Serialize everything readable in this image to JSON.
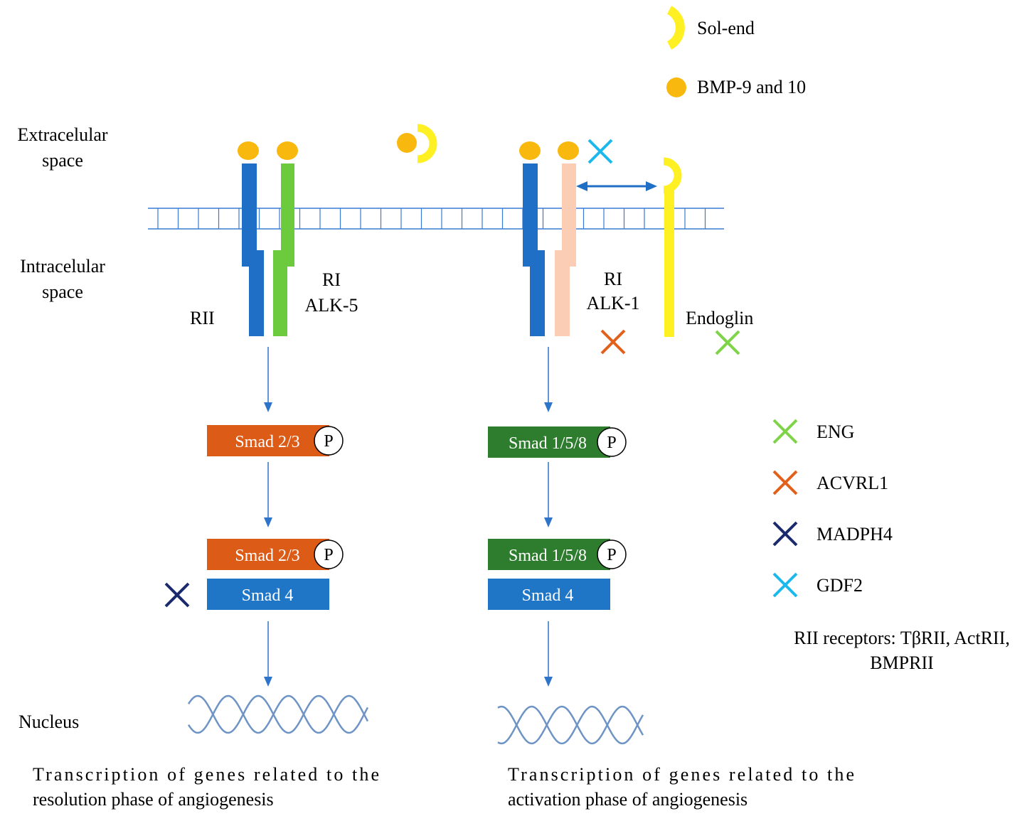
{
  "legend_top": {
    "sol_end": "Sol-end",
    "bmp": "BMP-9 and 10"
  },
  "regions": {
    "extracellular_line1": "Extracelular",
    "extracellular_line2": "space",
    "intracellular_line1": "Intracelular",
    "intracellular_line2": "space",
    "nucleus": "Nucleus"
  },
  "left_pathway": {
    "rii": "RII",
    "ri_line1": "RI",
    "ri_line2": "ALK-5",
    "smad_a": "Smad 2/3",
    "smad_b": "Smad 2/3",
    "smad4": "Smad 4",
    "phospho": "P",
    "outcome_line1": "Transcription of genes related to the",
    "outcome_line2": "resolution phase of angiogenesis"
  },
  "right_pathway": {
    "ri_line1": "RI",
    "ri_line2": "ALK-1",
    "endoglin": "Endoglin",
    "smad_a": "Smad 1/5/8",
    "smad_b": "Smad 1/5/8",
    "smad4": "Smad 4",
    "phospho": "P",
    "outcome_line1": "Transcription of genes related to the",
    "outcome_line2": "activation phase of angiogenesis"
  },
  "gene_legend": [
    {
      "label": "ENG",
      "color": "#7ED348"
    },
    {
      "label": "ACVRL1",
      "color": "#E2601A"
    },
    {
      "label": "MADPH4",
      "color": "#1A2A6C"
    },
    {
      "label": "GDF2",
      "color": "#1BB8EE"
    }
  ],
  "note_line1": "RII receptors: TβRII, ActRII,",
  "note_line2": "BMPRII",
  "colors": {
    "rii_blue": "#1F6FC6",
    "alk5_green": "#6CCB3C",
    "alk1_peach": "#FBCDB4",
    "endoglin_yellow": "#FFF023",
    "bmp_orange": "#F9B80E",
    "smad23_orange": "#DC5B17",
    "smad158_green": "#2E7D2E",
    "smad4_blue": "#1F75C6",
    "arrow_blue": "#2E74C8",
    "membrane_blue": "#3A7BD5",
    "dna_blue": "#6E94C6"
  },
  "icons": [
    "sol-end-crescent-icon",
    "bmp-ligand-dot-icon",
    "mutation-cross-icon",
    "double-arrow-icon",
    "dna-helix-icon"
  ]
}
